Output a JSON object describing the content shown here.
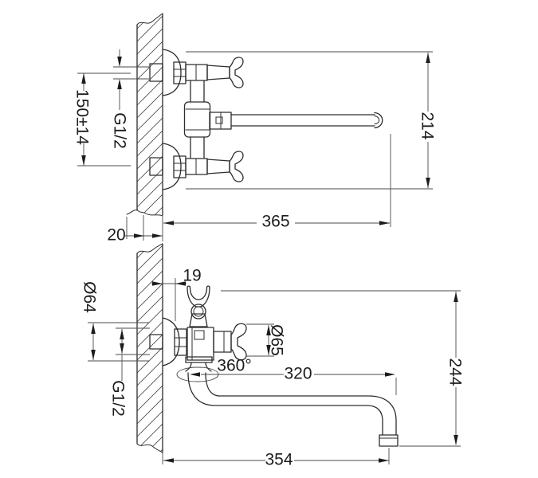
{
  "drawing": {
    "title": "Wall-mounted bath mixer technical drawing",
    "background": "#ffffff",
    "line_color": "#2d2d2d",
    "views": {
      "plan": {
        "name": "plan-view",
        "dims": {
          "inlet_spacing": "150±14",
          "inlet_thread": "G1/2",
          "body_width": "214",
          "spout_projection": "365",
          "wall_inset": "20"
        }
      },
      "side": {
        "name": "side-view",
        "dims": {
          "holder_offset": "19",
          "escutcheon_diameter": "Ø64",
          "inlet_thread": "G1/2",
          "handle_diameter": "Ø65",
          "spout_swivel": "360°",
          "spout_reach": "320",
          "outlet_drop": "244",
          "overall_reach": "354"
        }
      }
    }
  }
}
